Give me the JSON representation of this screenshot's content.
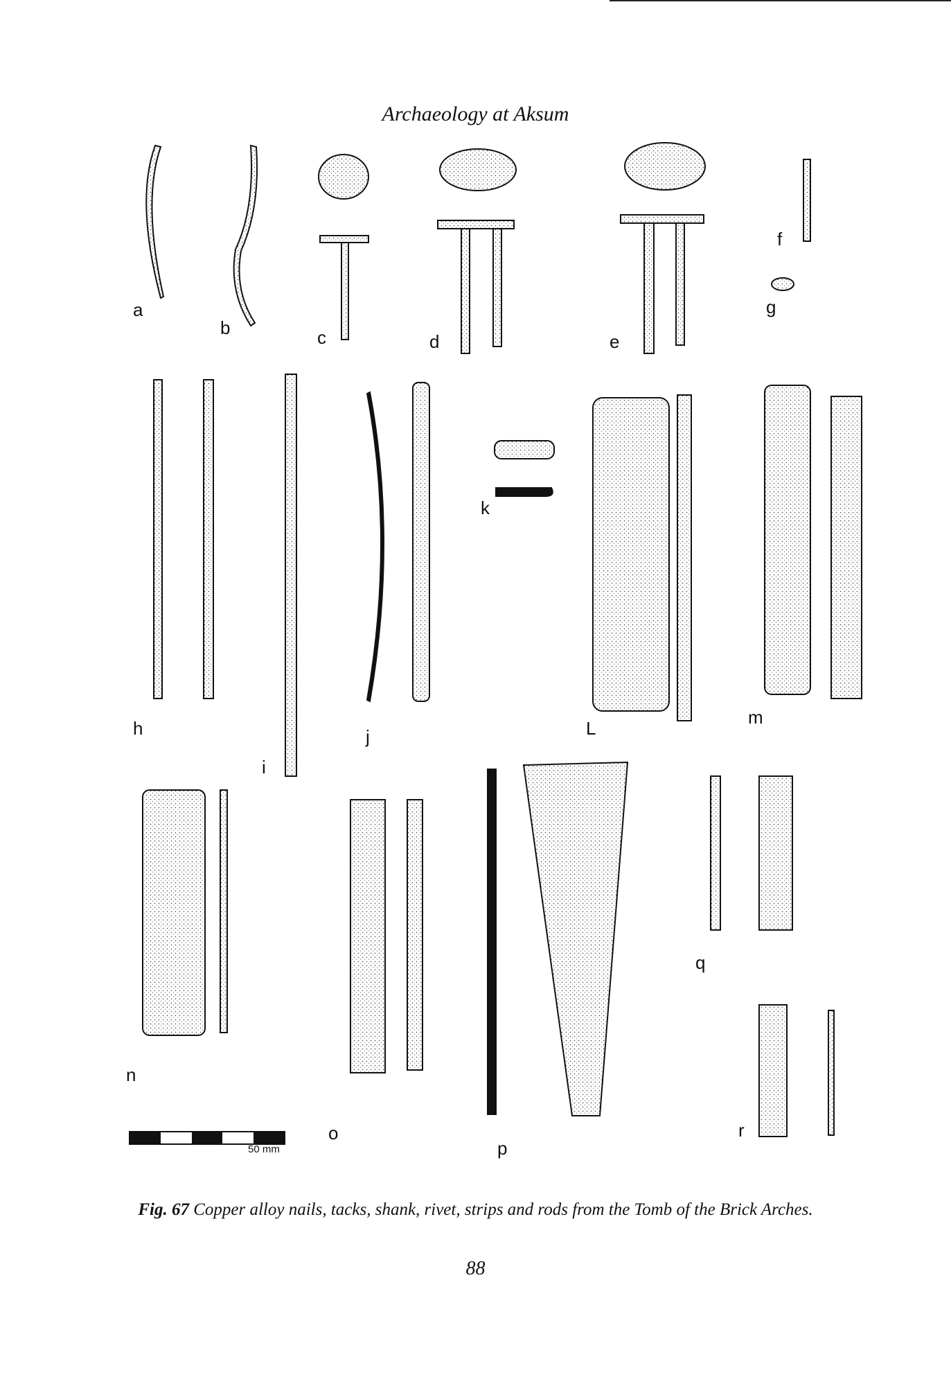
{
  "page": {
    "running_head": "Archaeology at Aksum",
    "page_number": "88"
  },
  "figure": {
    "label": "Fig. 67",
    "caption": "Copper alloy nails, tacks, shank, rivet, strips and rods from the Tomb of the Brick Arches.",
    "scale_label": "50 mm",
    "item_labels": [
      "a",
      "b",
      "c",
      "d",
      "e",
      "f",
      "g",
      "h",
      "i",
      "j",
      "k",
      "L",
      "m",
      "n",
      "o",
      "p",
      "q",
      "r"
    ]
  }
}
